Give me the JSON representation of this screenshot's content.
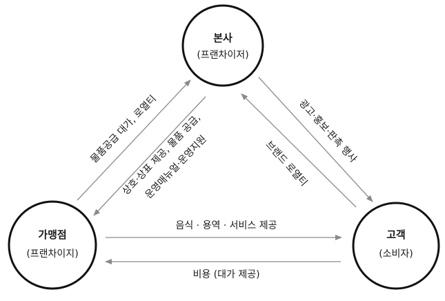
{
  "nodes": {
    "hq": {
      "title": "본사",
      "subtitle": "(프랜차이저)"
    },
    "franchisee": {
      "title": "가맹점",
      "subtitle": "(프랜차이지)"
    },
    "customer": {
      "title": "고객",
      "subtitle": "(소비자)"
    }
  },
  "edges": {
    "franchisee_to_hq": "물품공급 대가, 로열티",
    "hq_to_franchisee_line1": "상호·상표 제공, 물품 공급,",
    "hq_to_franchisee_line2": "운영매뉴얼·운영지원",
    "hq_to_customer": "광고·홍보·판촉 행사",
    "customer_to_hq": "브랜드 로열티",
    "franchisee_to_customer": "음식 · 용역 · 서비스  제공",
    "customer_to_franchisee": "비용 (대가 제공)"
  },
  "colors": {
    "arrow": "#8a8a8a",
    "circle_stroke": "#111111",
    "text": "#1a1a1a"
  }
}
